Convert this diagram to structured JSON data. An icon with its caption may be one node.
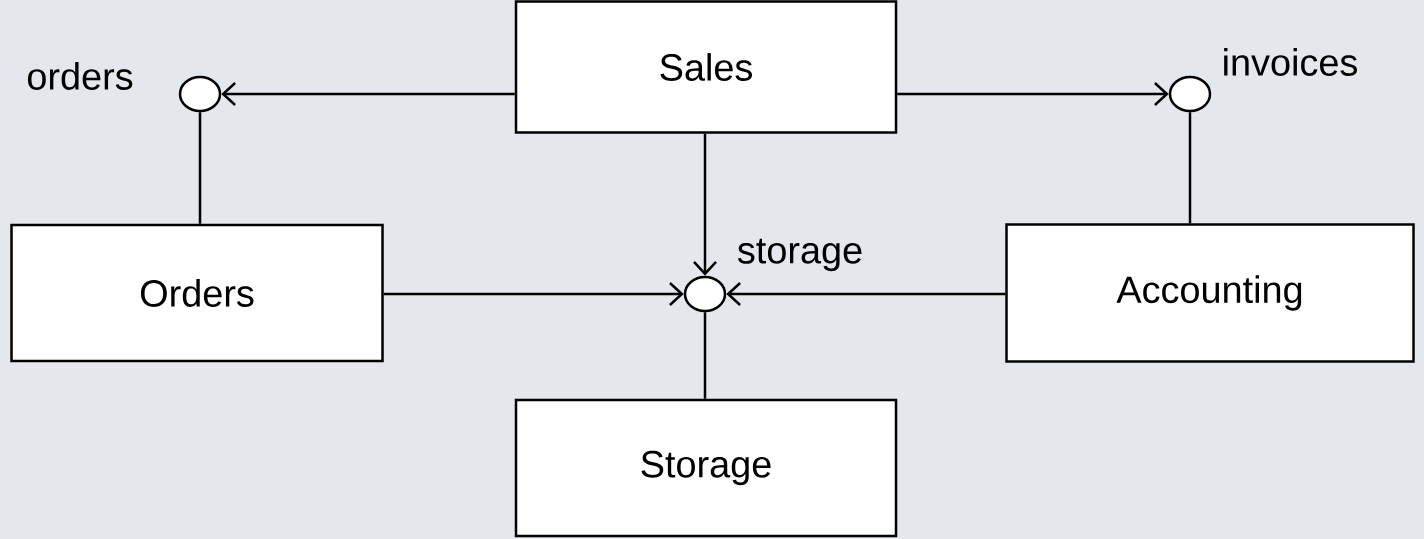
{
  "diagram": {
    "nodes": [
      {
        "text": [],
        "shape": "circle",
        "beside": [
          "orders"
        ]
      },
      {
        "text": [
          "Sales"
        ]
      },
      {
        "text": [],
        "shape": "circle",
        "beside": [
          "invoices"
        ]
      },
      {
        "text": [
          "Orders"
        ]
      },
      {
        "text": [],
        "shape": "circle",
        "beside": [
          "storage"
        ]
      },
      {
        "text": [
          "Accounting"
        ]
      },
      {
        "text": [
          "Storage"
        ]
      }
    ],
    "edges": [
      {
        "from": 1,
        "to": 0,
        "arrow": "to"
      },
      {
        "from": 1,
        "to": 2,
        "arrow": "to"
      },
      {
        "from": 3,
        "to": 0,
        "arrow": "none"
      },
      {
        "from": 5,
        "to": 2,
        "arrow": "none"
      },
      {
        "from": 1,
        "to": 4,
        "arrow": "to"
      },
      {
        "from": 3,
        "to": 4,
        "arrow": "to"
      },
      {
        "from": 5,
        "to": 4,
        "arrow": "to"
      },
      {
        "from": 6,
        "to": 4,
        "arrow": "none"
      }
    ]
  }
}
